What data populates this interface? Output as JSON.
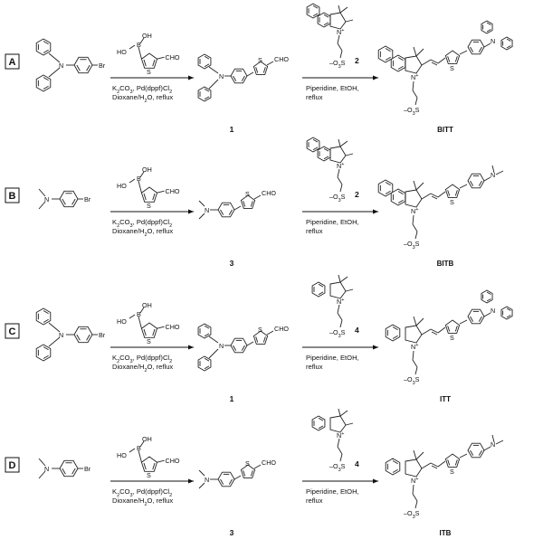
{
  "panels": [
    {
      "letter": "A",
      "reactant": "bromo-triphenylamine",
      "reactant_atom": "Br",
      "reagent1": {
        "atoms": [
          "OH",
          "B",
          "HO",
          "S",
          "CHO"
        ],
        "cond1": "K2CO3, Pd(dppf)Cl2",
        "cond2": "Dioxane/H2O, reflux"
      },
      "intermediate": {
        "number": "1",
        "atoms": [
          "S",
          "CHO",
          "N"
        ]
      },
      "reagent2": {
        "number": "2",
        "atoms": [
          "N+",
          "O3S"
        ],
        "cond1": "Piperidine, EtOH,",
        "cond2": "reflux"
      },
      "product": {
        "name": "BITT",
        "atoms": [
          "N+",
          "S",
          "N",
          "O3S"
        ]
      }
    },
    {
      "letter": "B",
      "reactant": "bromo-dimethylaniline",
      "reactant_atom": "Br",
      "reagent1": {
        "atoms": [
          "OH",
          "B",
          "HO",
          "S",
          "CHO"
        ],
        "cond1": "K2CO3, Pd(dppf)Cl2",
        "cond2": "Dioxane/H2O, reflux"
      },
      "intermediate": {
        "number": "3",
        "atoms": [
          "S",
          "CHO",
          "N"
        ]
      },
      "reagent2": {
        "number": "2",
        "atoms": [
          "N+",
          "O3S"
        ],
        "cond1": "Piperidine, EtOH,",
        "cond2": "reflux"
      },
      "product": {
        "name": "BITB",
        "atoms": [
          "N+",
          "S",
          "N",
          "O3S"
        ]
      }
    },
    {
      "letter": "C",
      "reactant": "bromo-triphenylamine",
      "reactant_atom": "Br",
      "reagent1": {
        "atoms": [
          "OH",
          "B",
          "HO",
          "S",
          "CHO"
        ],
        "cond1": "K2CO3, Pd(dppf)Cl2",
        "cond2": "Dioxane/H2O, reflux"
      },
      "intermediate": {
        "number": "1",
        "atoms": [
          "S",
          "CHO",
          "N"
        ]
      },
      "reagent2": {
        "number": "4",
        "atoms": [
          "N+",
          "O3S"
        ],
        "cond1": "Piperidine, EtOH,",
        "cond2": "reflux"
      },
      "product": {
        "name": "ITT",
        "atoms": [
          "N+",
          "S",
          "N",
          "O3S"
        ]
      }
    },
    {
      "letter": "D",
      "reactant": "bromo-dimethylaniline",
      "reactant_atom": "Br",
      "reagent1": {
        "atoms": [
          "OH",
          "B",
          "HO",
          "S",
          "CHO"
        ],
        "cond1": "K2CO3, Pd(dppf)Cl2",
        "cond2": "Dioxane/H2O, reflux"
      },
      "intermediate": {
        "number": "3",
        "atoms": [
          "S",
          "CHO",
          "N"
        ]
      },
      "reagent2": {
        "number": "4",
        "atoms": [
          "N+",
          "O3S"
        ],
        "cond1": "Piperidine, EtOH,",
        "cond2": "reflux"
      },
      "product": {
        "name": "ITB",
        "atoms": [
          "N+",
          "S",
          "N",
          "O3S"
        ]
      }
    }
  ]
}
